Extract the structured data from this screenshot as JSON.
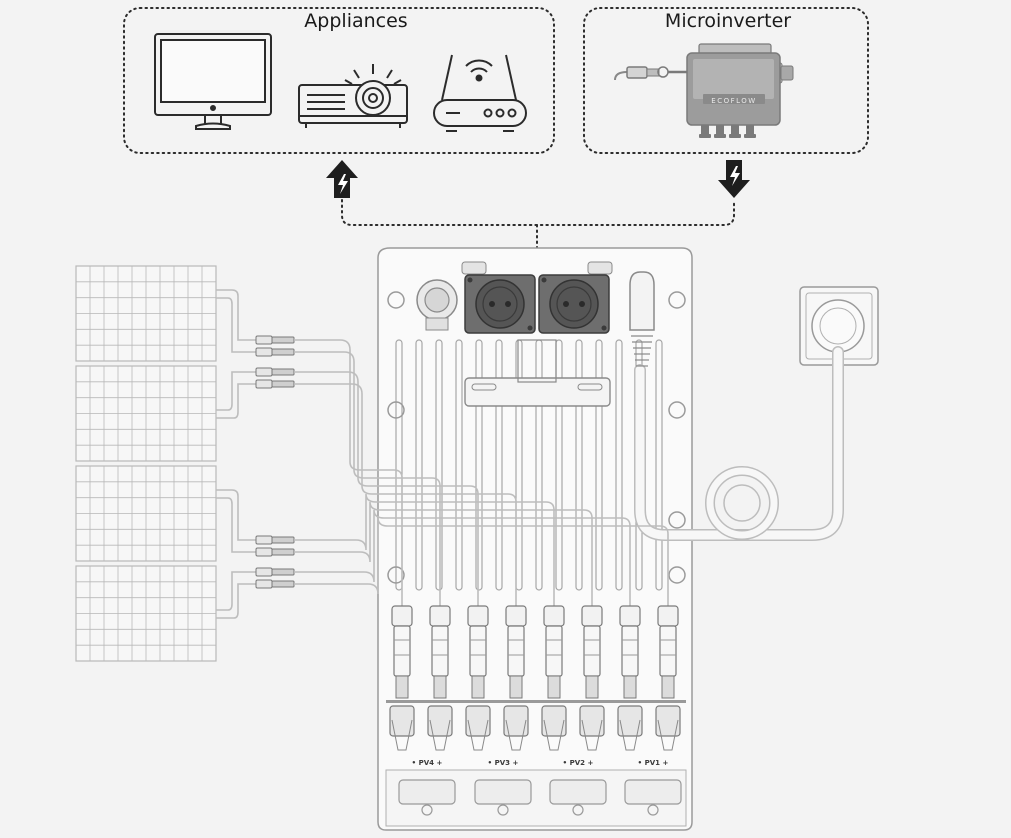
{
  "groups": {
    "appliances_label": "Appliances",
    "microinverter_label": "Microinverter"
  },
  "microinverter": {
    "brand_text": "ECOFLOW"
  },
  "station": {
    "pv_ports": [
      {
        "label": "PV4"
      },
      {
        "label": "PV3"
      },
      {
        "label": "PV2"
      },
      {
        "label": "PV1"
      }
    ]
  },
  "colors": {
    "line": "#2b2b2b",
    "panel_line": "#b8b8b8",
    "cable": "#bdbdbd",
    "socket_fill": "#6e6e6e",
    "background": "#f3f3f3"
  },
  "icons": {
    "appliances": [
      "monitor-icon",
      "projector-icon",
      "wifi-router-icon"
    ],
    "arrows": [
      "power-up-arrow-icon",
      "power-down-arrow-icon"
    ]
  }
}
